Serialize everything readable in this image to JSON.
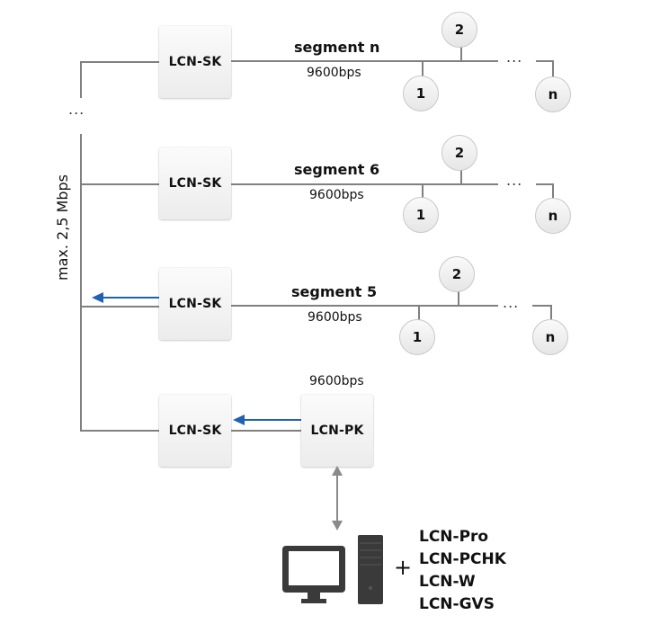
{
  "diagram": {
    "backbone_label": "max. 2,5 Mbps",
    "backbone_ellipsis": "...",
    "segments": [
      {
        "title": "segment n",
        "rate": "9600bps",
        "coupler": "LCN-SK",
        "nodes": [
          "1",
          "2",
          "n"
        ],
        "ellipsis": "...",
        "uplink_arrow": false
      },
      {
        "title": "segment 6",
        "rate": "9600bps",
        "coupler": "LCN-SK",
        "nodes": [
          "1",
          "2",
          "n"
        ],
        "ellipsis": "...",
        "uplink_arrow": false
      },
      {
        "title": "segment 5",
        "rate": "9600bps",
        "coupler": "LCN-SK",
        "nodes": [
          "1",
          "2",
          "n"
        ],
        "ellipsis": "...",
        "uplink_arrow": true
      }
    ],
    "bottom": {
      "coupler": "LCN-SK",
      "pc_coupler": "LCN-PK",
      "rate": "9600bps"
    },
    "pc": {
      "plus": "+",
      "software": [
        "LCN-Pro",
        "LCN-PCHK",
        "LCN-W",
        "LCN-GVS"
      ]
    },
    "colors": {
      "line": "#808080",
      "arrow_blue": "#1f63b0",
      "arrow_gray": "#8a8a8a",
      "pc_icon": "#3a3a3a"
    }
  }
}
